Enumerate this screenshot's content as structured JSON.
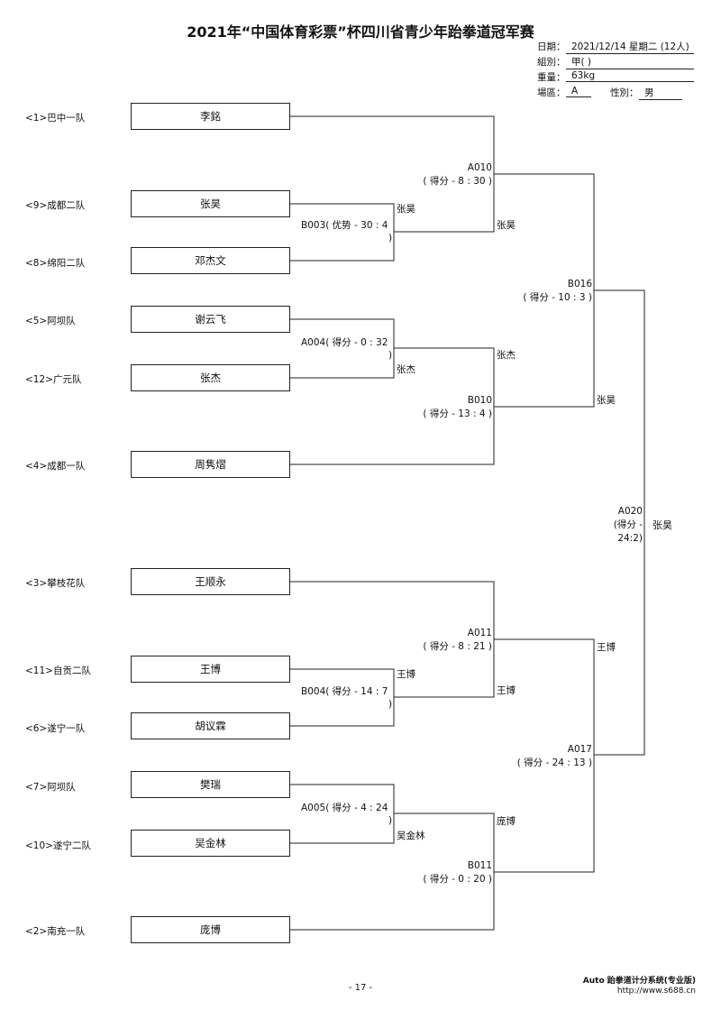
{
  "title": "2021年“中国体育彩票”杯四川省青少年跆拳道冠军赛",
  "info": {
    "date_label": "日期：",
    "date_value": "2021/12/14 星期二 (12人)",
    "group_label": "組別：",
    "group_value": "甲( )",
    "weight_label": "重量：",
    "weight_value": "63kg",
    "venue_label": "場區：",
    "venue_value": "A",
    "gender_label": "性別：",
    "gender_value": "男"
  },
  "entrants": [
    {
      "seed": "<1>巴中一队",
      "name": "李銘"
    },
    {
      "seed": "<9>成都二队",
      "name": "张昊"
    },
    {
      "seed": "<8>绵阳二队",
      "name": "邓杰文"
    },
    {
      "seed": "<5>阿坝队",
      "name": "谢云飞"
    },
    {
      "seed": "<12>广元队",
      "name": "张杰"
    },
    {
      "seed": "<4>成都一队",
      "name": "周隽熠"
    },
    {
      "seed": "<3>攀枝花队",
      "name": "王顺永"
    },
    {
      "seed": "<11>自贡二队",
      "name": "王博"
    },
    {
      "seed": "<6>遂宁一队",
      "name": "胡议霖"
    },
    {
      "seed": "<7>阿坝队",
      "name": "樊瑞"
    },
    {
      "seed": "<10>遂宁二队",
      "name": "吴金林"
    },
    {
      "seed": "<2>南充一队",
      "name": "庞博"
    }
  ],
  "matches": {
    "b003": {
      "code": "B003( 优势 - 30 : 4",
      "close": ")",
      "winner": "张昊"
    },
    "a004": {
      "code": "A004( 得分 - 0 : 32",
      "close": ")",
      "winner": "张杰"
    },
    "b004": {
      "code": "B004( 得分 - 14 : 7",
      "close": ")",
      "winner": "王博"
    },
    "a005": {
      "code": "A005( 得分 - 4 : 24",
      "close": ")",
      "winner": "吴金林"
    },
    "a010": {
      "code": "A010",
      "score": "( 得分 - 8 : 30 )",
      "winner": "张昊"
    },
    "b010": {
      "code": "B010",
      "score": "( 得分 - 13 : 4 )",
      "winner": "张杰"
    },
    "a011": {
      "code": "A011",
      "score": "( 得分 - 8 : 21 )",
      "winner": "王博"
    },
    "b011": {
      "code": "B011",
      "score": "( 得分 - 0 : 20 )",
      "winner": "庞博"
    },
    "b016": {
      "code": "B016",
      "score": "( 得分 - 10 : 3 )",
      "winner": "张昊"
    },
    "a017": {
      "code": "A017",
      "score": "( 得分 - 24 : 13 )",
      "winner": "王博"
    },
    "a020": {
      "code": "A020",
      "score1": "(得分 -",
      "score2": "24:2)",
      "winner": "张昊"
    }
  },
  "footer": {
    "system": "Auto 跆拳道计分系统(专业版)",
    "url": "http://www.s688.cn",
    "page": "- 17 -"
  }
}
